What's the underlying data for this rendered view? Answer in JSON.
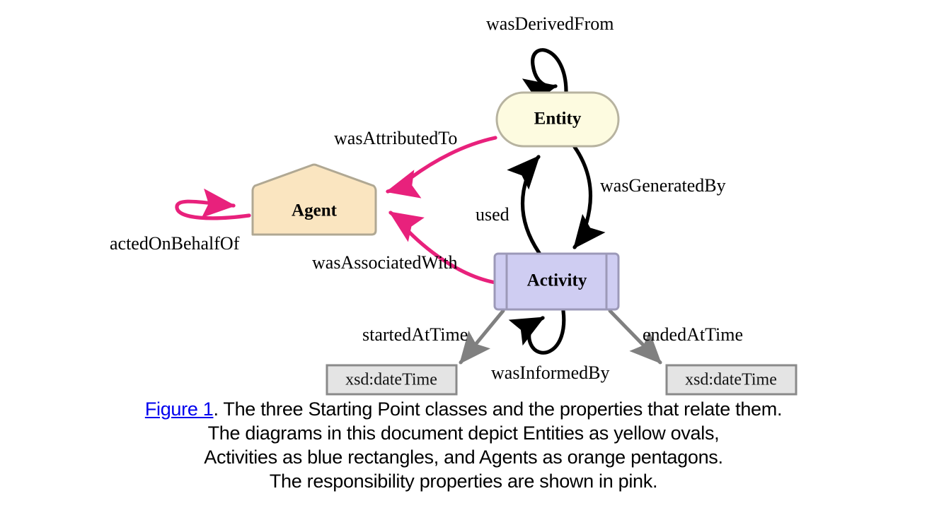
{
  "figure": {
    "nodes": [
      {
        "id": "entity",
        "label": "Entity",
        "shape": "rounded-rectangle",
        "fill": "#FDFBE0",
        "stroke": "#B7B3A0",
        "role": "Entity class"
      },
      {
        "id": "agent",
        "label": "Agent",
        "shape": "pentagon",
        "fill": "#FAE5C0",
        "stroke": "#B0A893",
        "role": "Agent class"
      },
      {
        "id": "activity",
        "label": "Activity",
        "shape": "process-rectangle",
        "fill": "#CFCDF2",
        "stroke": "#9C99B8",
        "role": "Activity class"
      },
      {
        "id": "datetime-start",
        "label": "xsd:dateTime",
        "shape": "rectangle",
        "fill": "#E4E4E4",
        "stroke": "#8A8A8A",
        "role": "datatype"
      },
      {
        "id": "datetime-end",
        "label": "xsd:dateTime",
        "shape": "rectangle",
        "fill": "#E4E4E4",
        "stroke": "#8A8A8A",
        "role": "datatype"
      }
    ],
    "edges": [
      {
        "id": "was-derived-from",
        "label": "wasDerivedFrom",
        "from": "entity",
        "to": "entity",
        "color": "#000000",
        "kind": "self-loop"
      },
      {
        "id": "was-attributed-to",
        "label": "wasAttributedTo",
        "from": "entity",
        "to": "agent",
        "color": "#E8217C",
        "kind": "responsibility"
      },
      {
        "id": "was-associated-with",
        "label": "wasAssociatedWith",
        "from": "activity",
        "to": "agent",
        "color": "#E8217C",
        "kind": "responsibility"
      },
      {
        "id": "acted-on-behalf-of",
        "label": "actedOnBehalfOf",
        "from": "agent",
        "to": "agent",
        "color": "#E8217C",
        "kind": "responsibility self-loop"
      },
      {
        "id": "used",
        "label": "used",
        "from": "activity",
        "to": "entity",
        "color": "#000000",
        "kind": "curved"
      },
      {
        "id": "was-generated-by",
        "label": "wasGeneratedBy",
        "from": "entity",
        "to": "activity",
        "color": "#000000",
        "kind": "curved"
      },
      {
        "id": "was-informed-by",
        "label": "wasInformedBy",
        "from": "activity",
        "to": "activity",
        "color": "#000000",
        "kind": "self-loop"
      },
      {
        "id": "started-at-time",
        "label": "startedAtTime",
        "from": "activity",
        "to": "datetime-start",
        "color": "#808080",
        "kind": "datatype-property"
      },
      {
        "id": "ended-at-time",
        "label": "endedAtTime",
        "from": "activity",
        "to": "datetime-end",
        "color": "#808080",
        "kind": "datatype-property"
      }
    ],
    "colors": {
      "entity_fill": "#FDFBE0",
      "agent_fill": "#FAE5C0",
      "activity_fill": "#CFCDF2",
      "datatype_fill": "#E4E4E4",
      "responsibility_pink": "#E8217C",
      "datatype_gray": "#808080",
      "link_blue": "#0000ee"
    }
  },
  "caption": {
    "figure_link": "Figure 1",
    "line1_rest": ". The three Starting Point classes and the properties that relate them.",
    "line2": "The diagrams in this document depict Entities as yellow ovals,",
    "line3": "Activities as blue rectangles, and Agents as orange pentagons.",
    "line4": "The responsibility properties are shown in pink."
  }
}
